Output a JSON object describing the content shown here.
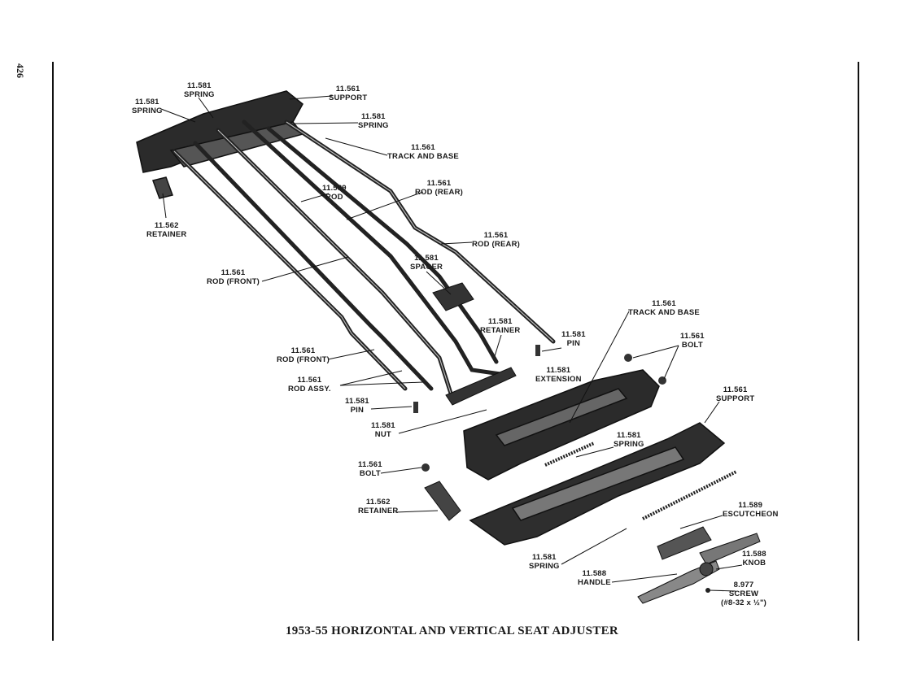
{
  "page_number": "426",
  "caption": "1953-55 HORIZONTAL AND VERTICAL SEAT ADJUSTER",
  "labels": [
    {
      "id": "spring-top",
      "code": "11.581",
      "name": "SPRING"
    },
    {
      "id": "spring-left",
      "code": "11.581",
      "name": "SPRING"
    },
    {
      "id": "support-top",
      "code": "11.561",
      "name": "SUPPORT"
    },
    {
      "id": "spring-right",
      "code": "11.581",
      "name": "SPRING"
    },
    {
      "id": "track-base-top",
      "code": "11.561",
      "name": "TRACK AND BASE"
    },
    {
      "id": "rod-rear-1",
      "code": "11.561",
      "name": "ROD (REAR)"
    },
    {
      "id": "rod",
      "code": "11.589",
      "name": "ROD"
    },
    {
      "id": "retainer-left",
      "code": "11.562",
      "name": "RETAINER"
    },
    {
      "id": "rod-rear-2",
      "code": "11.561",
      "name": "ROD (REAR)"
    },
    {
      "id": "spacer",
      "code": "11.581",
      "name": "SPACER"
    },
    {
      "id": "rod-front-1",
      "code": "11.561",
      "name": "ROD (FRONT)"
    },
    {
      "id": "track-base-lower",
      "code": "11.561",
      "name": "TRACK AND BASE"
    },
    {
      "id": "retainer-mid",
      "code": "11.581",
      "name": "RETAINER"
    },
    {
      "id": "pin-right",
      "code": "11.581",
      "name": "PIN"
    },
    {
      "id": "bolt-right",
      "code": "11.561",
      "name": "BOLT"
    },
    {
      "id": "rod-front-2",
      "code": "11.561",
      "name": "ROD (FRONT)"
    },
    {
      "id": "extension",
      "code": "11.581",
      "name": "EXTENSION"
    },
    {
      "id": "rod-assy",
      "code": "11.561",
      "name": "ROD ASSY."
    },
    {
      "id": "support-lower",
      "code": "11.561",
      "name": "SUPPORT"
    },
    {
      "id": "pin-left",
      "code": "11.581",
      "name": "PIN"
    },
    {
      "id": "nut",
      "code": "11.581",
      "name": "NUT"
    },
    {
      "id": "spring-mid",
      "code": "11.581",
      "name": "SPRING"
    },
    {
      "id": "bolt-left",
      "code": "11.561",
      "name": "BOLT"
    },
    {
      "id": "retainer-lower",
      "code": "11.562",
      "name": "RETAINER"
    },
    {
      "id": "escutcheon",
      "code": "11.589",
      "name": "ESCUTCHEON"
    },
    {
      "id": "knob",
      "code": "11.588",
      "name": "KNOB"
    },
    {
      "id": "spring-bottom",
      "code": "11.581",
      "name": "SPRING"
    },
    {
      "id": "handle",
      "code": "11.588",
      "name": "HANDLE"
    },
    {
      "id": "screw",
      "code": "8.977",
      "name": "SCREW",
      "note": "(#8-32 x ½\")"
    }
  ]
}
